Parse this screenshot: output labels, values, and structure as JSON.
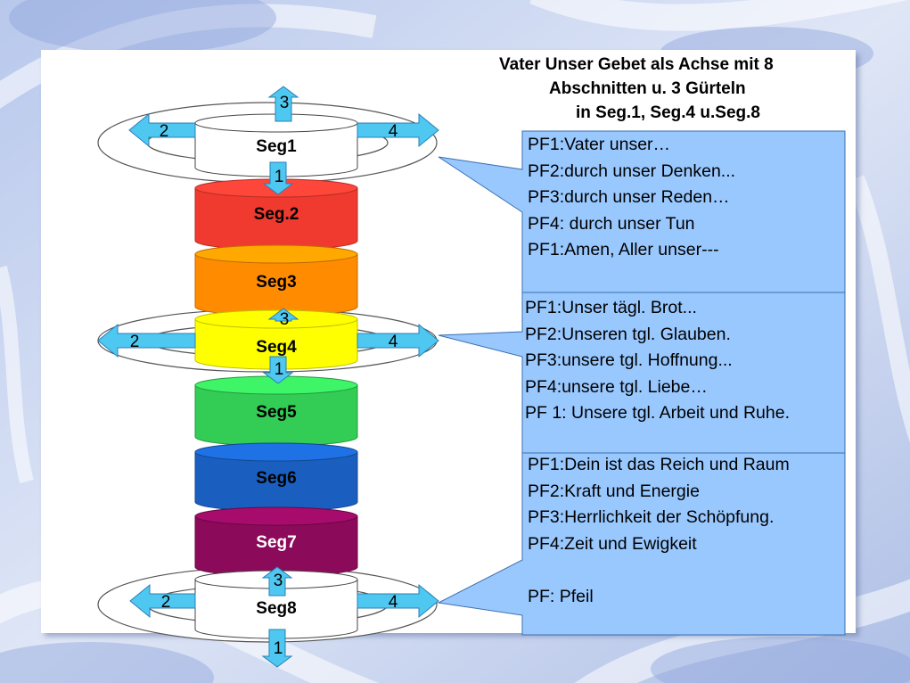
{
  "title": {
    "line1": "Vater Unser Gebet als Achse mit 8",
    "line2": "Abschnitten u. 3 Gürteln",
    "line3": "in Seg.1, Seg.4 u.Seg.8"
  },
  "segments": [
    {
      "label": "Seg1",
      "color": "#ffffff"
    },
    {
      "label": "Seg.2",
      "color": "#f03a30"
    },
    {
      "label": "Seg3",
      "color": "#ff8c00"
    },
    {
      "label": "Seg4",
      "color": "#ffff00"
    },
    {
      "label": "Seg5",
      "color": "#33cc55"
    },
    {
      "label": "Seg6",
      "color": "#1a5fc0"
    },
    {
      "label": "Seg7",
      "color": "#8b0a5a"
    },
    {
      "label": "Seg8",
      "color": "#ffffff"
    }
  ],
  "arrow_numbers": {
    "down": "1",
    "left": "2",
    "up": "3",
    "right": "4"
  },
  "callouts": [
    {
      "lines": [
        "PF1:Vater unser…",
        "PF2:durch unser Denken...",
        "PF3:durch unser Reden…",
        "PF4: durch unser Tun",
        "PF1:Amen, Aller unser---"
      ]
    },
    {
      "lines": [
        "PF1:Unser tägl. Brot...",
        "PF2:Unseren tgl. Glauben.",
        "PF3:unsere tgl. Hoffnung...",
        "PF4:unsere tgl. Liebe…",
        "PF 1: Unsere tgl. Arbeit und Ruhe."
      ]
    },
    {
      "lines": [
        "PF1:Dein ist das Reich und Raum",
        "PF2:Kraft und Energie",
        "PF3:Herrlichkeit der Schöpfung.",
        "PF4:Zeit und Ewigkeit",
        "",
        "PF: Pfeil"
      ]
    }
  ],
  "colors": {
    "callout_fill": "#99c8ff",
    "arrow_fill": "#4ec8f0",
    "background": "#c7d3ee"
  }
}
